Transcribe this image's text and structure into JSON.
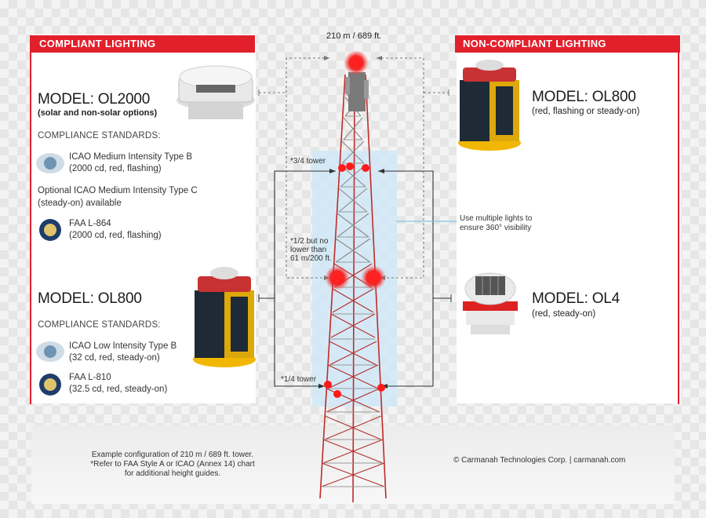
{
  "tower_height": "210 m  /  689 ft.",
  "compliant": {
    "header": "COMPLIANT LIGHTING",
    "ol2000": {
      "model": "MODEL: OL2000",
      "sub": "(solar and non-solar options)",
      "standards_title": "COMPLIANCE STANDARDS:",
      "icao": [
        "ICAO Medium Intensity Type B",
        "(2000 cd, red, flashing)"
      ],
      "optional": [
        "Optional ICAO Medium Intensity Type C",
        "(steady-on) available"
      ],
      "faa": [
        "FAA L-864",
        "(2000 cd, red, flashing)"
      ]
    },
    "ol800": {
      "model": "MODEL: OL800",
      "standards_title": "COMPLIANCE STANDARDS:",
      "icao": [
        "ICAO Low Intensity Type B",
        "(32 cd, red, steady-on)"
      ],
      "faa": [
        "FAA L-810",
        "(32.5 cd, red, steady-on)"
      ]
    }
  },
  "noncompliant": {
    "header": "NON-COMPLIANT LIGHTING",
    "ol800": {
      "model": "MODEL: OL800",
      "sub": "(red, flashing or steady-on)"
    },
    "ol4": {
      "model": "MODEL: OL4",
      "sub": "(red, steady-on)"
    }
  },
  "annotations": {
    "three_quarter": "*3/4 tower",
    "half": [
      "*1/2 but no",
      "lower than",
      "61 m/200 ft."
    ],
    "quarter": "*1/4 tower",
    "multiple": [
      "Use multiple lights to",
      "ensure 360° visibility"
    ]
  },
  "footer": {
    "left": [
      "Example configuration of 210 m / 689 ft. tower.",
      "*Refer to FAA Style A or ICAO (Annex 14) chart",
      "for additional height guides."
    ],
    "right": "© Carmanah Technologies Corp. | carmanah.com"
  },
  "colors": {
    "accent": "#e2202c",
    "light": "#f03030",
    "zone": "#cfe8f6",
    "lamp_body": "#1e2a35",
    "lamp_side": "#f2b705"
  },
  "icons": [
    "icao-emblem-icon",
    "faa-seal-icon",
    "beacon-light-icon",
    "solar-light-icon"
  ]
}
